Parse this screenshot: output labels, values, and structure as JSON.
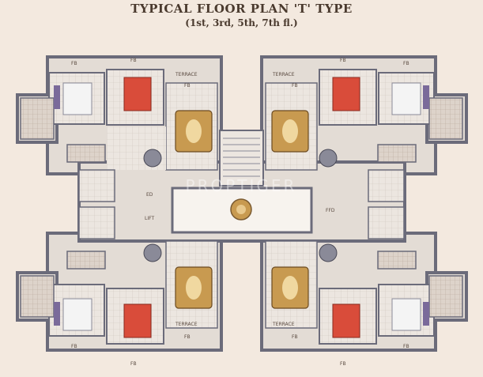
{
  "title": "TYPICAL FLOOR PLAN 'T' TYPE",
  "subtitle": "(1st, 3rd, 5th, 7th fl.)",
  "watermark": "PROPTIGER",
  "labels": {
    "fb": "FB",
    "terrace": "TERRACE",
    "ed": "ED",
    "lift": "LIFT",
    "ffd": "FFD"
  },
  "colors": {
    "background": "#f3e9df",
    "wall": "#6b6b7a",
    "floor": "#e6e1dc",
    "bed_red": "#d94c3a",
    "table_wood": "#c89a50"
  }
}
